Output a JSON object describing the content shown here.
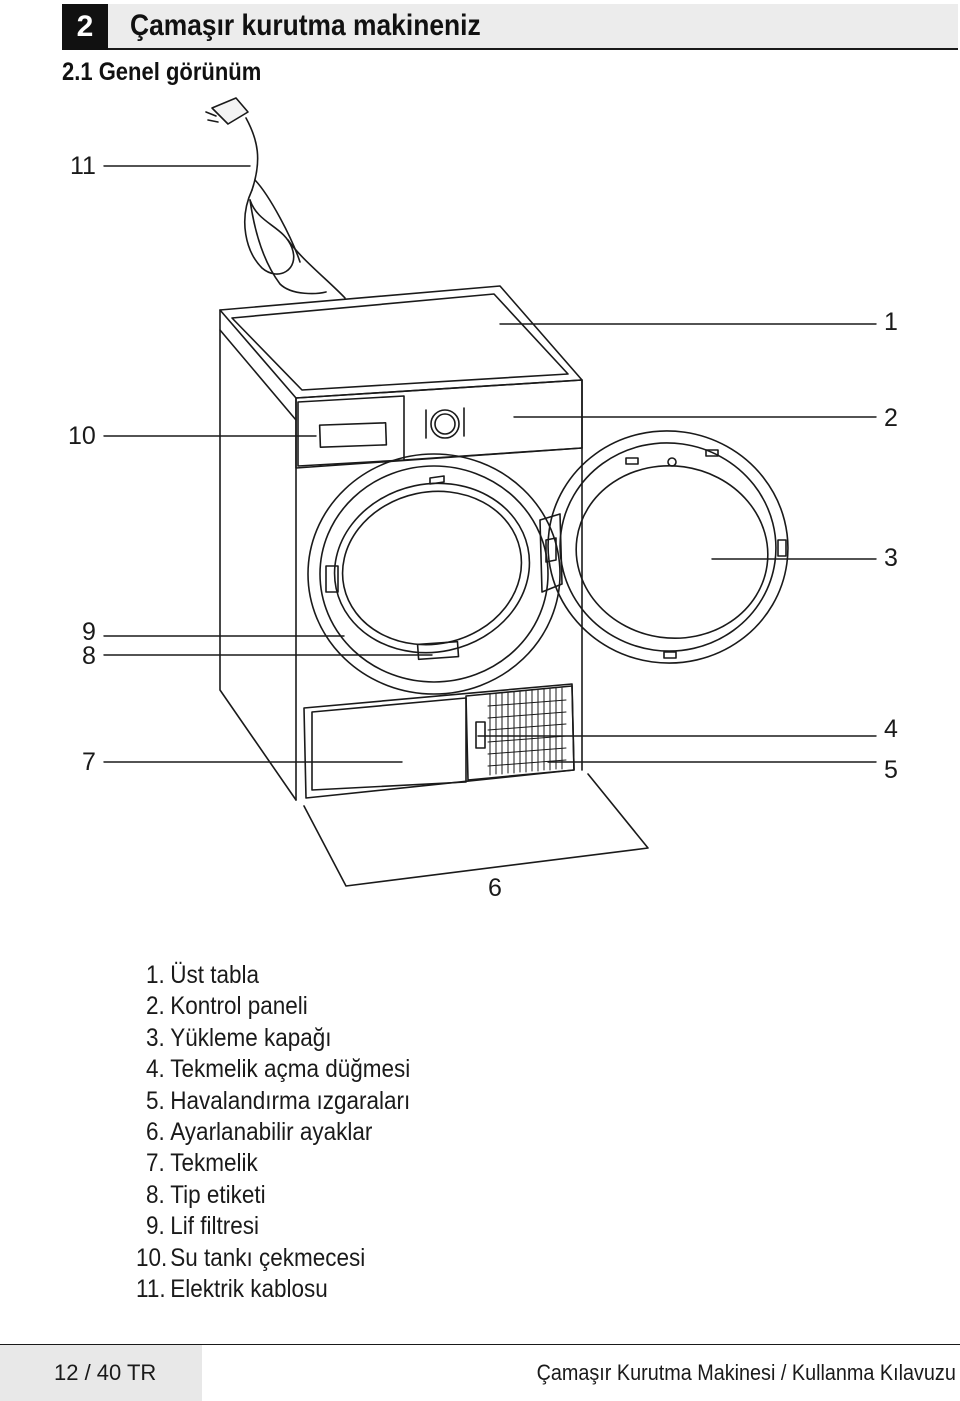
{
  "header": {
    "chapter_number": "2",
    "chapter_title": "Çamaşır kurutma makineniz",
    "section_title": "2.1 Genel görünüm"
  },
  "figure": {
    "callouts": {
      "c1": "1",
      "c2": "2",
      "c3": "3",
      "c4": "4",
      "c5": "5",
      "c6": "6",
      "c7": "7",
      "c8": "8",
      "c9": "9",
      "c10": "10",
      "c11": "11"
    }
  },
  "legend": [
    {
      "num": "1.",
      "label": "Üst tabla"
    },
    {
      "num": "2.",
      "label": "Kontrol paneli"
    },
    {
      "num": "3.",
      "label": "Yükleme kapağı"
    },
    {
      "num": "4.",
      "label": "Tekmelik açma düğmesi"
    },
    {
      "num": "5.",
      "label": "Havalandırma ızgaraları"
    },
    {
      "num": "6.",
      "label": "Ayarlanabilir ayaklar"
    },
    {
      "num": "7.",
      "label": "Tekmelik"
    },
    {
      "num": "8.",
      "label": "Tip etiketi"
    },
    {
      "num": "9.",
      "label": "Lif filtresi"
    },
    {
      "num": "10.",
      "label": "Su tankı çekmecesi"
    },
    {
      "num": "11.",
      "label": "Elektrik kablosu"
    }
  ],
  "footer": {
    "page": "12 / 40  TR",
    "document_title": "Çamaşır Kurutma Makinesi / Kullanma Kılavuzu"
  }
}
